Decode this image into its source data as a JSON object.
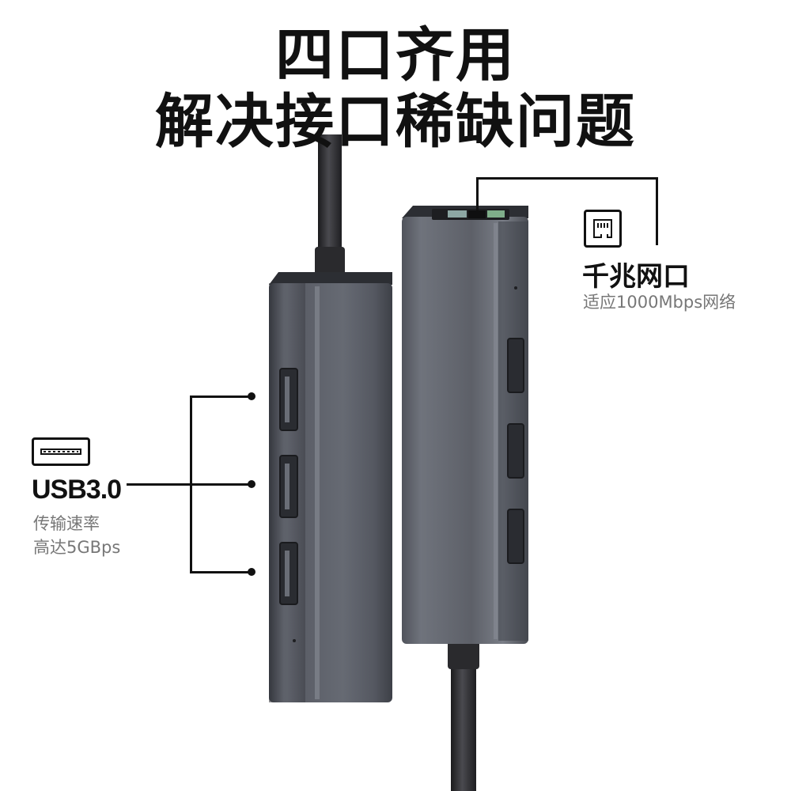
{
  "headline": {
    "line1": "四口齐用",
    "line2": "解决接口稀缺问题"
  },
  "usb_callout": {
    "icon": "usb-port-icon",
    "title": "USB3.0",
    "desc_line1": "传输速率",
    "desc_line2": "高达5GBps"
  },
  "lan_callout": {
    "icon": "ethernet-port-icon",
    "title": "千兆网口",
    "desc": "适应1000Mbps网络"
  },
  "colors": {
    "background": "#ffffff",
    "text": "#111111",
    "secondary_text": "#777777",
    "hub_body": "#5a5d66"
  }
}
